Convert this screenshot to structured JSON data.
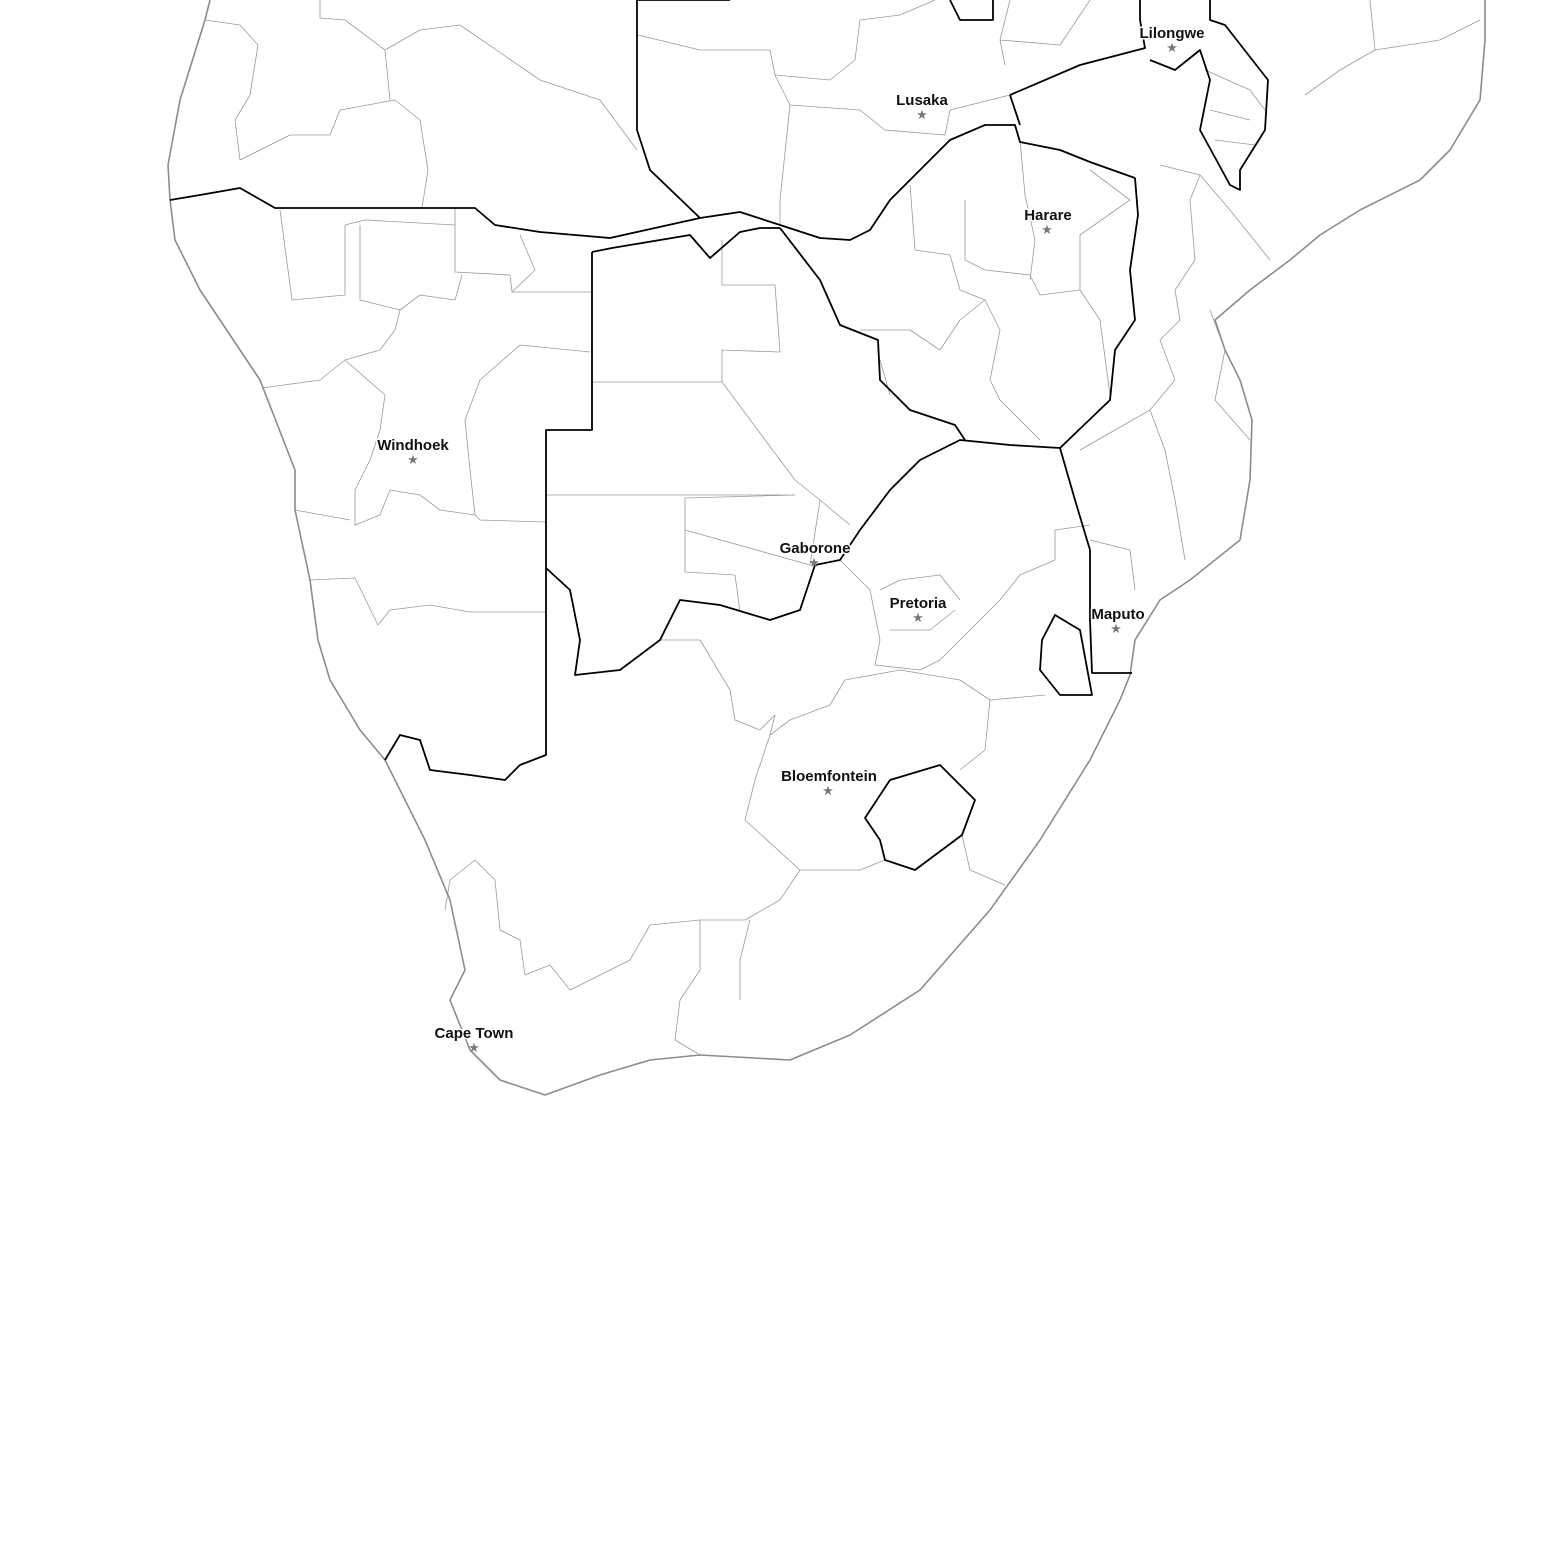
{
  "map": {
    "colors": {
      "coastline": "#8c8c8c",
      "country_border": "#000000",
      "admin_border": "#9a9a9a",
      "capital_marker": "#777777"
    },
    "marker_icon": "star-icon",
    "cities": [
      {
        "name": "Lilongwe"
      },
      {
        "name": "Lusaka"
      },
      {
        "name": "Harare"
      },
      {
        "name": "Windhoek"
      },
      {
        "name": "Gaborone"
      },
      {
        "name": "Pretoria"
      },
      {
        "name": "Maputo"
      },
      {
        "name": "Bloemfontein"
      },
      {
        "name": "Cape Town"
      }
    ]
  }
}
